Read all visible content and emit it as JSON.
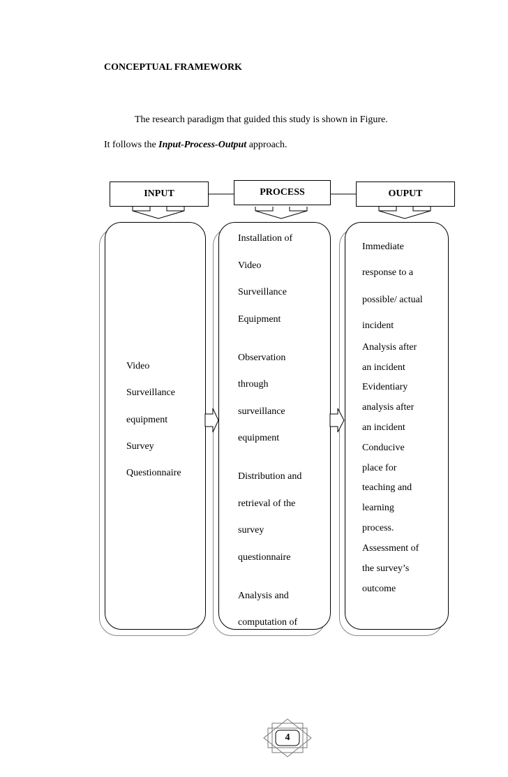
{
  "heading": "CONCEPTUAL FRAMEWORK",
  "paragraph": {
    "line1": "The research paradigm that guided this study is shown in Figure.",
    "line2_pre": "It follows the ",
    "line2_emph": "Input-Process-Output",
    "line2_post": " approach."
  },
  "diagram": {
    "headers": [
      "INPUT",
      "PROCESS",
      "OUPUT"
    ],
    "input_lines": [
      "Video",
      "Surveillance",
      "equipment",
      "Survey",
      "Questionnaire"
    ],
    "process_lines": [
      "Installation of",
      "Video",
      "Surveillance",
      "Equipment",
      "Observation",
      "through",
      "surveillance",
      "equipment",
      "Distribution and",
      "retrieval of the",
      "survey",
      "questionnaire",
      "Analysis and",
      "computation of"
    ],
    "output_lines": [
      "Immediate",
      "response to a",
      "possible/ actual",
      "incident",
      "Analysis after",
      "an incident",
      "Evidentiary",
      "analysis after",
      "an incident",
      "Conducive",
      "place for",
      "teaching and",
      "learning",
      "process.",
      "Assessment of",
      "the survey’s",
      "outcome"
    ]
  },
  "page_number": "4"
}
